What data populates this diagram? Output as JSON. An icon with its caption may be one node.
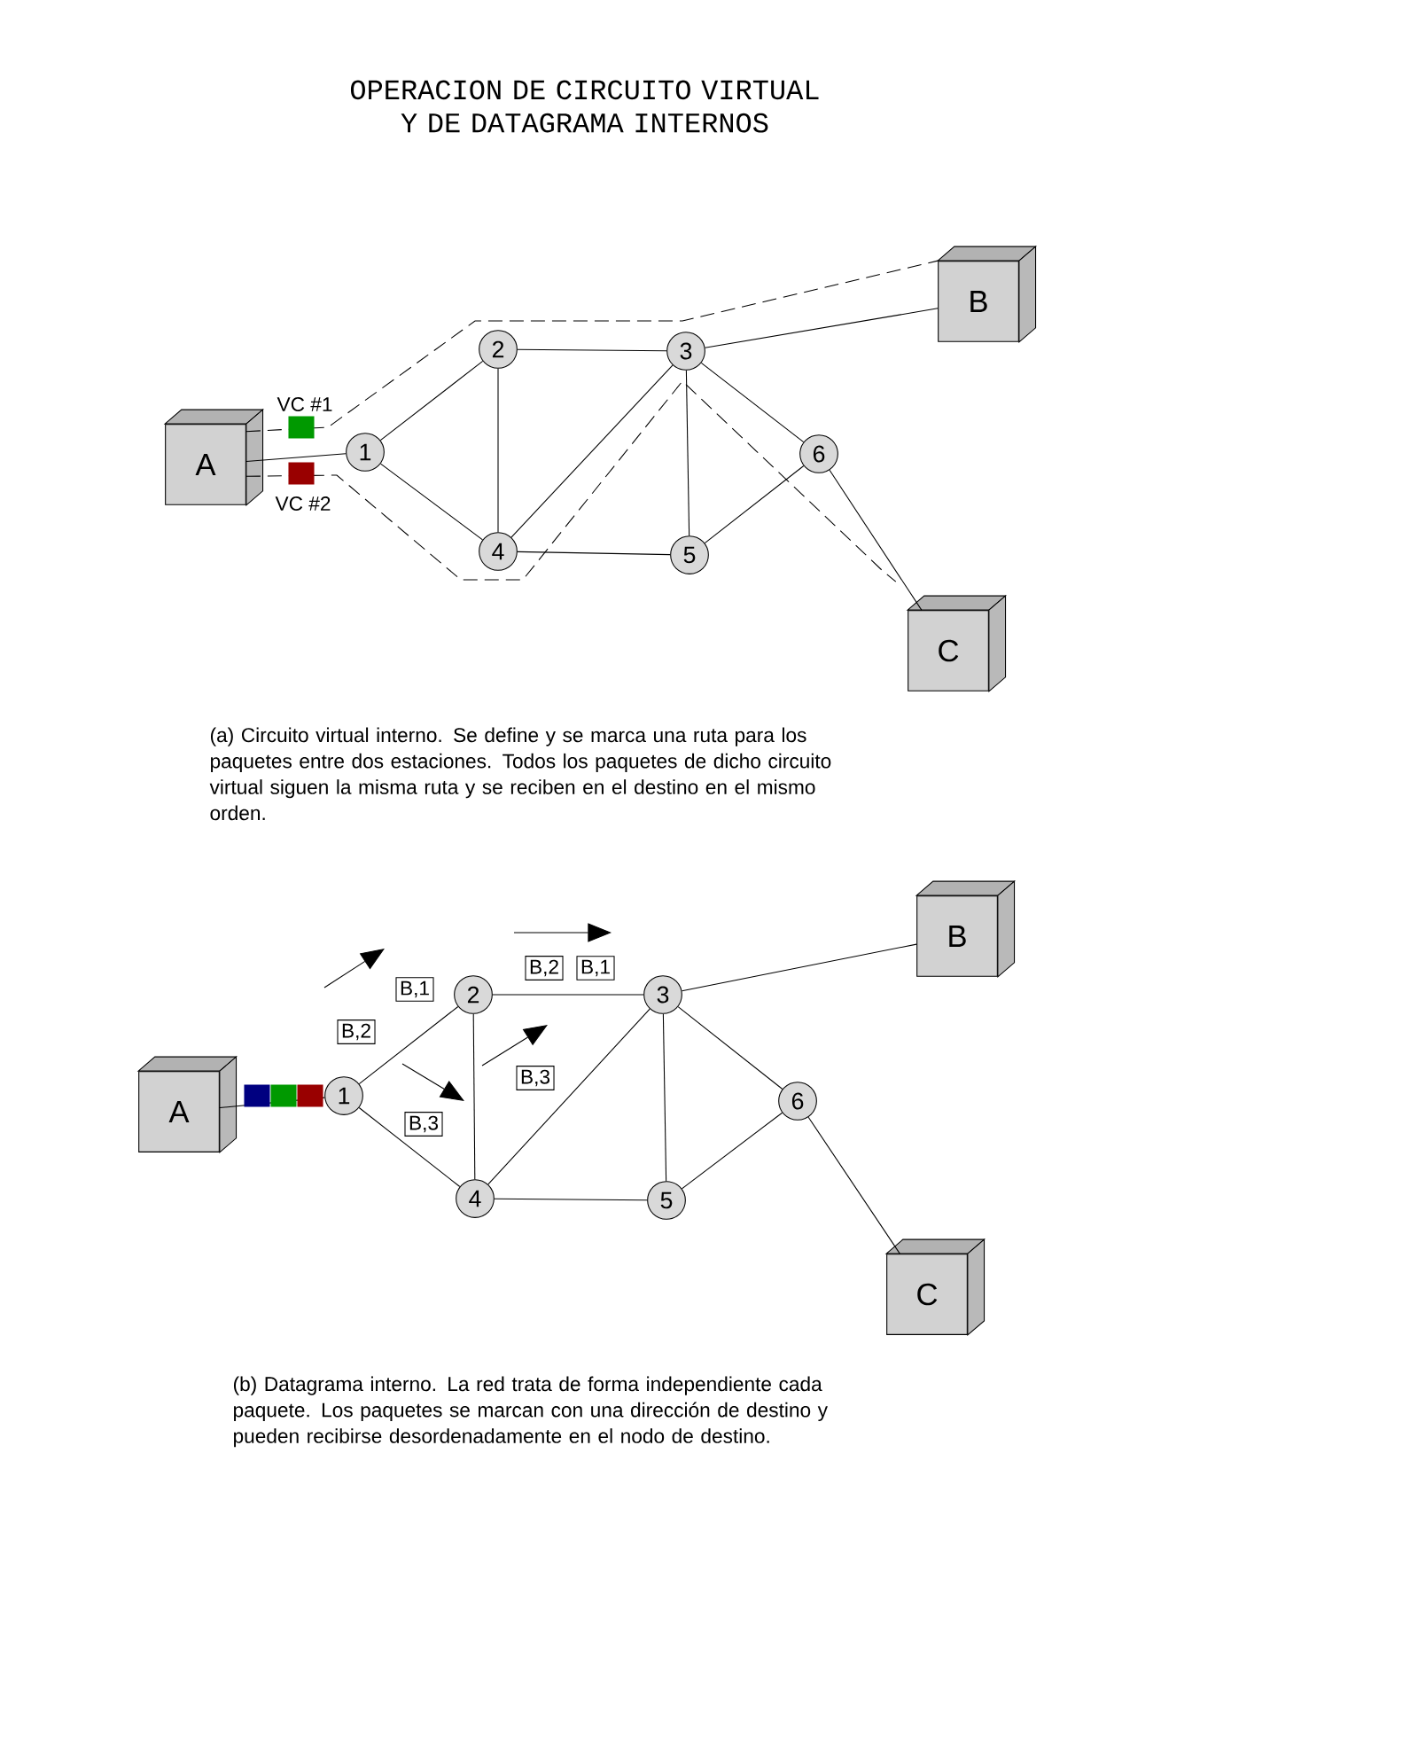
{
  "diagram": {
    "title": "OPERACION DE CIRCUITO VIRTUAL Y DE DATAGRAMA INTERNOS",
    "nodes": [
      {
        "text": [
          "A"
        ]
      },
      {
        "text": [
          "1"
        ]
      },
      {
        "text": [
          "2"
        ]
      },
      {
        "text": [
          "3"
        ]
      },
      {
        "text": [
          "4"
        ]
      },
      {
        "text": [
          "5"
        ]
      },
      {
        "text": [
          "6"
        ]
      },
      {
        "text": [
          "B"
        ]
      },
      {
        "text": [
          "C"
        ]
      },
      {
        "text": [
          "A"
        ]
      },
      {
        "text": [
          "1"
        ]
      },
      {
        "text": [
          "2"
        ]
      },
      {
        "text": [
          "3"
        ]
      },
      {
        "text": [
          "4"
        ]
      },
      {
        "text": [
          "5"
        ]
      },
      {
        "text": [
          "6"
        ]
      },
      {
        "text": [
          "B"
        ]
      },
      {
        "text": [
          "C"
        ]
      }
    ],
    "edges": [
      {
        "from": 0,
        "to": 1,
        "arrow": "none"
      },
      {
        "from": 1,
        "to": 2,
        "arrow": "none"
      },
      {
        "from": 1,
        "to": 4,
        "arrow": "none"
      },
      {
        "from": 2,
        "to": 3,
        "arrow": "none"
      },
      {
        "from": 2,
        "to": 4,
        "arrow": "none"
      },
      {
        "from": 4,
        "to": 3,
        "arrow": "none"
      },
      {
        "from": 3,
        "to": 5,
        "arrow": "none"
      },
      {
        "from": 4,
        "to": 5,
        "arrow": "none"
      },
      {
        "from": 3,
        "to": 6,
        "arrow": "none"
      },
      {
        "from": 5,
        "to": 6,
        "arrow": "none"
      },
      {
        "from": 3,
        "to": 7,
        "arrow": "none"
      },
      {
        "from": 6,
        "to": 8,
        "arrow": "none"
      },
      {
        "from": 0,
        "to": 7,
        "arrow": "none",
        "style": "dashed"
      },
      {
        "from": 0,
        "to": 8,
        "arrow": "none",
        "style": "dashed"
      },
      {
        "from": 9,
        "to": 10,
        "arrow": "none"
      },
      {
        "from": 10,
        "to": 11,
        "arrow": "none"
      },
      {
        "from": 10,
        "to": 13,
        "arrow": "none"
      },
      {
        "from": 11,
        "to": 12,
        "arrow": "none"
      },
      {
        "from": 11,
        "to": 13,
        "arrow": "none"
      },
      {
        "from": 13,
        "to": 12,
        "arrow": "none"
      },
      {
        "from": 12,
        "to": 14,
        "arrow": "none"
      },
      {
        "from": 13,
        "to": 14,
        "arrow": "none"
      },
      {
        "from": 12,
        "to": 15,
        "arrow": "none"
      },
      {
        "from": 14,
        "to": 15,
        "arrow": "none"
      },
      {
        "from": 12,
        "to": 16,
        "arrow": "none"
      },
      {
        "from": 15,
        "to": 17,
        "arrow": "none"
      }
    ],
    "labels": [
      "VC #1",
      "VC #2",
      "(a) Circuito virtual interno. Se define y se marca una ruta para los paquetes entre dos estaciones. Todos los paquetes de dicho circuito virtual siguen la misma ruta y se reciben en el destino en el mismo orden.",
      "B,2",
      "B,1",
      "B,1",
      "B,2",
      "B,3",
      "B,3",
      "(b) Datagrama interno. La red trata de forma independiente cada paquete. Los paquetes se marcan con una dirección de destino y pueden recibirse desordenadamente en el nodo de destino."
    ]
  }
}
